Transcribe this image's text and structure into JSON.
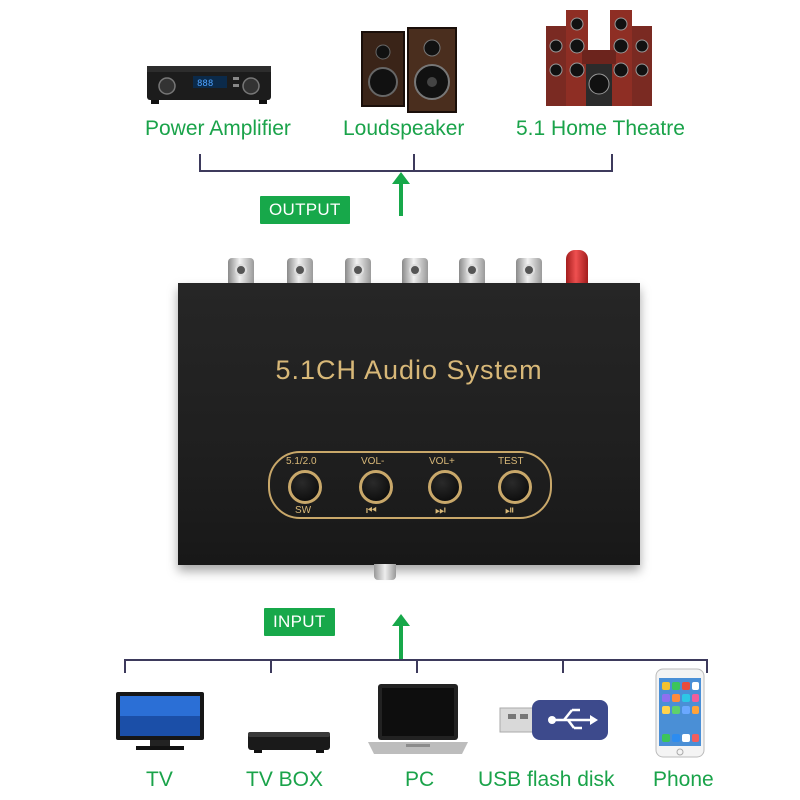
{
  "output": {
    "badge": "OUTPUT",
    "devices": [
      {
        "label": "Power Amplifier",
        "icon": "power-amplifier-icon"
      },
      {
        "label": "Loudspeaker",
        "icon": "loudspeaker-icon"
      },
      {
        "label": "5.1 Home Theatre",
        "icon": "home-theatre-icon"
      }
    ]
  },
  "device": {
    "title": "5.1CH  Audio  System",
    "buttons": [
      {
        "top_label": "5.1/2.0",
        "bottom_label": "SW"
      },
      {
        "top_label": "VOL-",
        "bottom_label": "⏮"
      },
      {
        "top_label": "VOL+",
        "bottom_label": "⏭"
      },
      {
        "top_label": "TEST",
        "bottom_label": "⏯"
      }
    ]
  },
  "input": {
    "badge": "INPUT",
    "devices": [
      {
        "label": "TV",
        "icon": "tv-icon"
      },
      {
        "label": "TV BOX",
        "icon": "tv-box-icon"
      },
      {
        "label": "PC",
        "icon": "laptop-icon"
      },
      {
        "label": "USB flash disk",
        "icon": "usb-flash-disk-icon"
      },
      {
        "label": "Phone",
        "icon": "phone-icon"
      }
    ]
  },
  "colors": {
    "accent": "#17a84a",
    "bracket": "#3d3a5c",
    "gold": "#d8b878"
  }
}
